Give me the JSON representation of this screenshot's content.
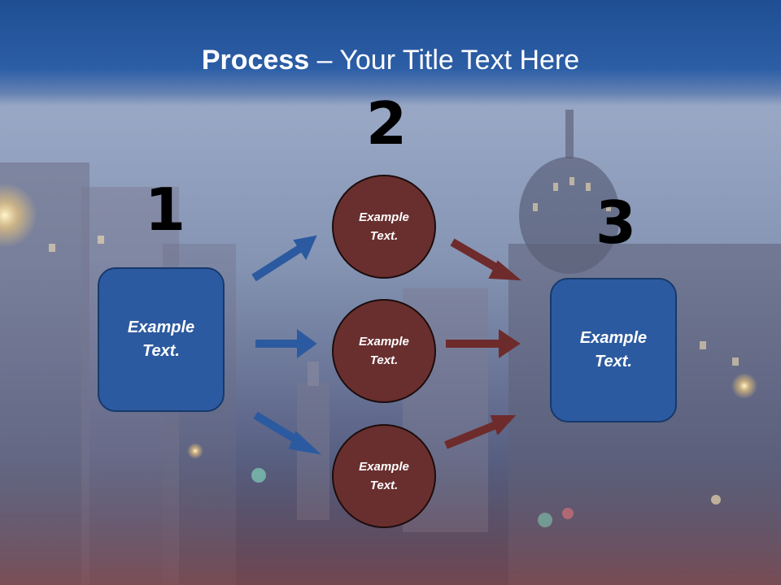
{
  "slide": {
    "title_bold": "Process",
    "title_rest": " – Your Title Text Here"
  },
  "steps": {
    "n1": "1",
    "n2": "2",
    "n3": "3"
  },
  "boxes": {
    "left": "Example Text.",
    "right": "Example Text."
  },
  "circles": {
    "top": "Example Text.",
    "middle": "Example Text.",
    "bottom": "Example Text."
  },
  "colors": {
    "title_band": "#1f4e93",
    "box_fill": "#2c5aa0",
    "circle_fill": "#692f2f",
    "blue_arrow": "#2c5aa0",
    "red_arrow": "#6e2b2b"
  }
}
